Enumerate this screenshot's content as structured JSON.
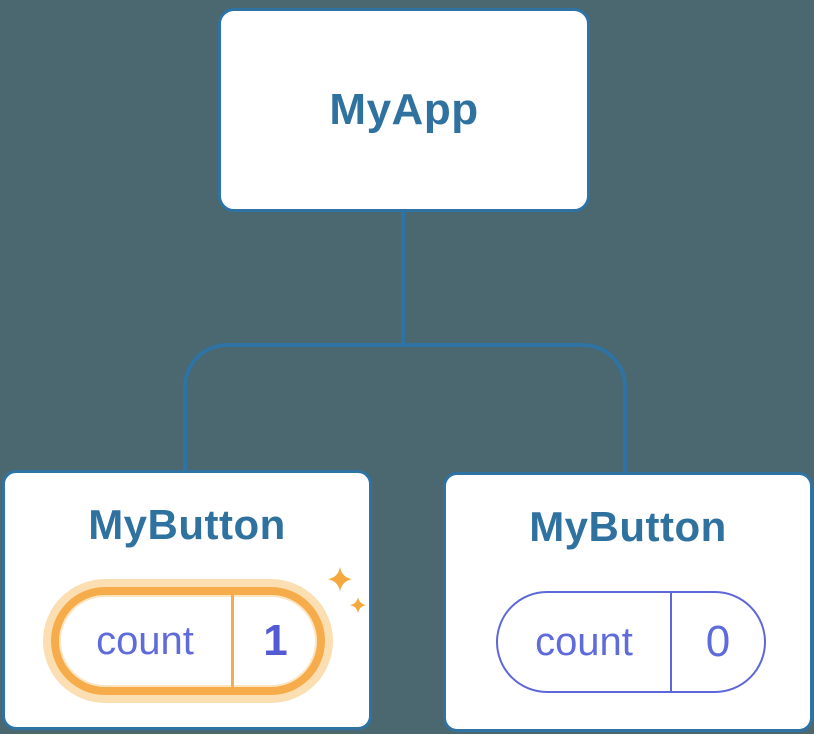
{
  "colors": {
    "background": "#4B6770",
    "node_border_blue": "#2E73A3",
    "node_label_blue": "#2F719F",
    "state_purple": "#5D67D8",
    "state_value_purple": "#525BD3",
    "highlight_orange": "#F6AC4B",
    "highlight_halo": "#FBDFB2",
    "sparkle_orange": "#F5A83E"
  },
  "tree": {
    "root": {
      "label": "MyApp"
    },
    "children": [
      {
        "label": "MyButton",
        "highlighted": true,
        "icon": "sparkles-icon",
        "state": {
          "key": "count",
          "value": "1"
        }
      },
      {
        "label": "MyButton",
        "highlighted": false,
        "state": {
          "key": "count",
          "value": "0"
        }
      }
    ]
  }
}
